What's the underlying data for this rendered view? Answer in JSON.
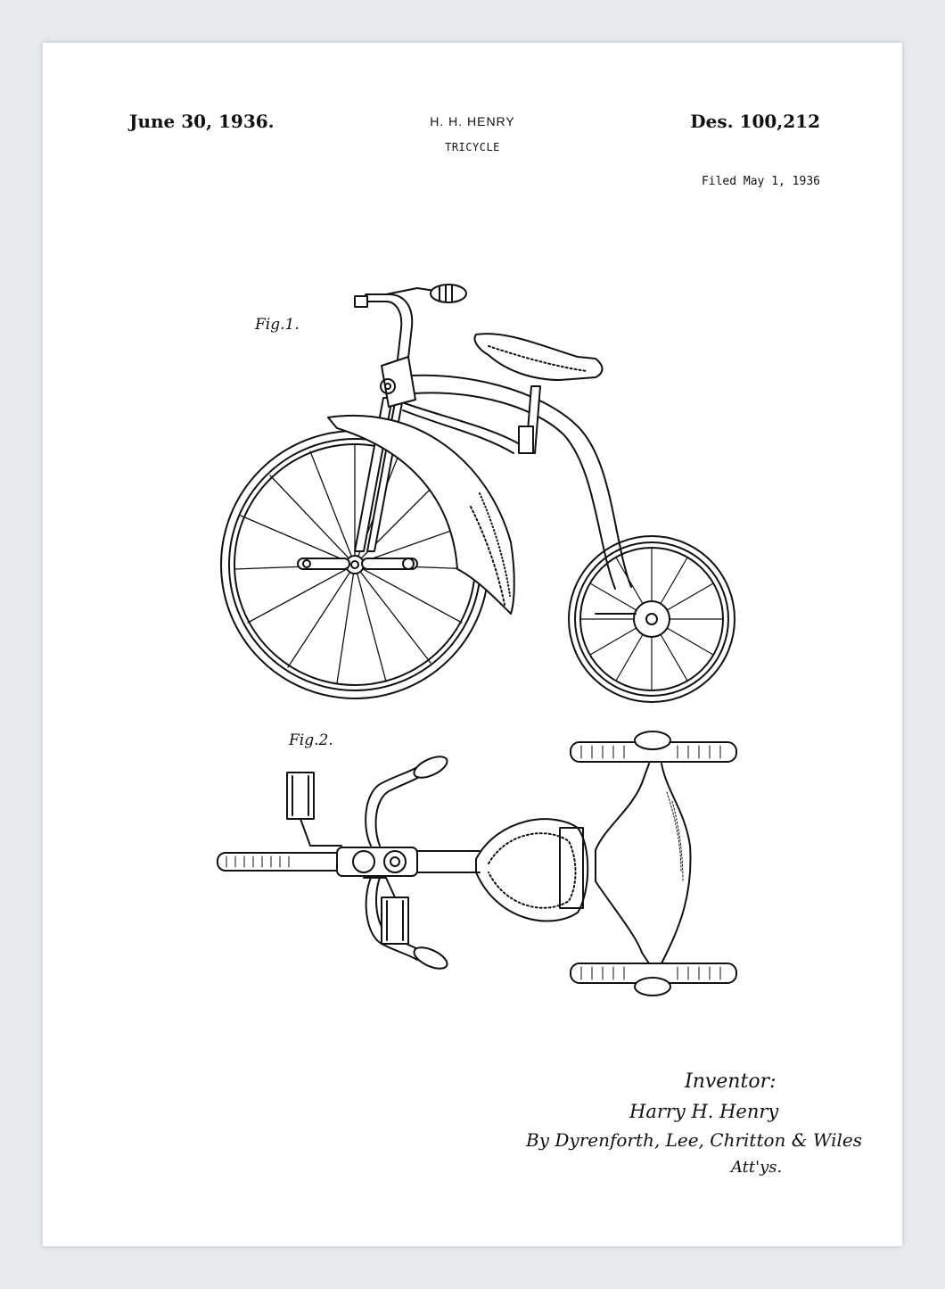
{
  "header": {
    "date": "June 30, 1936.",
    "inventor": "H. H. HENRY",
    "subject": "TRICYCLE",
    "patent_number": "Des. 100,212",
    "filed": "Filed May 1, 1936"
  },
  "figures": {
    "fig1_label": "Fig.1.",
    "fig2_label": "Fig.2."
  },
  "signature": {
    "title": "Inventor:",
    "name": "Harry H. Henry",
    "attorneys": "By Dyrenforth, Lee, Chritton & Wiles",
    "attys": "Att'ys."
  },
  "colors": {
    "frame": "#e7ebee",
    "paper": "#ffffff",
    "ink": "#111111"
  }
}
